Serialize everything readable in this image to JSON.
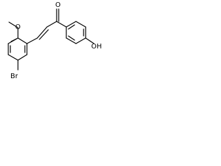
{
  "structure": {
    "atoms": {
      "o_carbonyl": "O",
      "o_methoxy": "O",
      "oh": "OH",
      "br": "Br"
    }
  }
}
